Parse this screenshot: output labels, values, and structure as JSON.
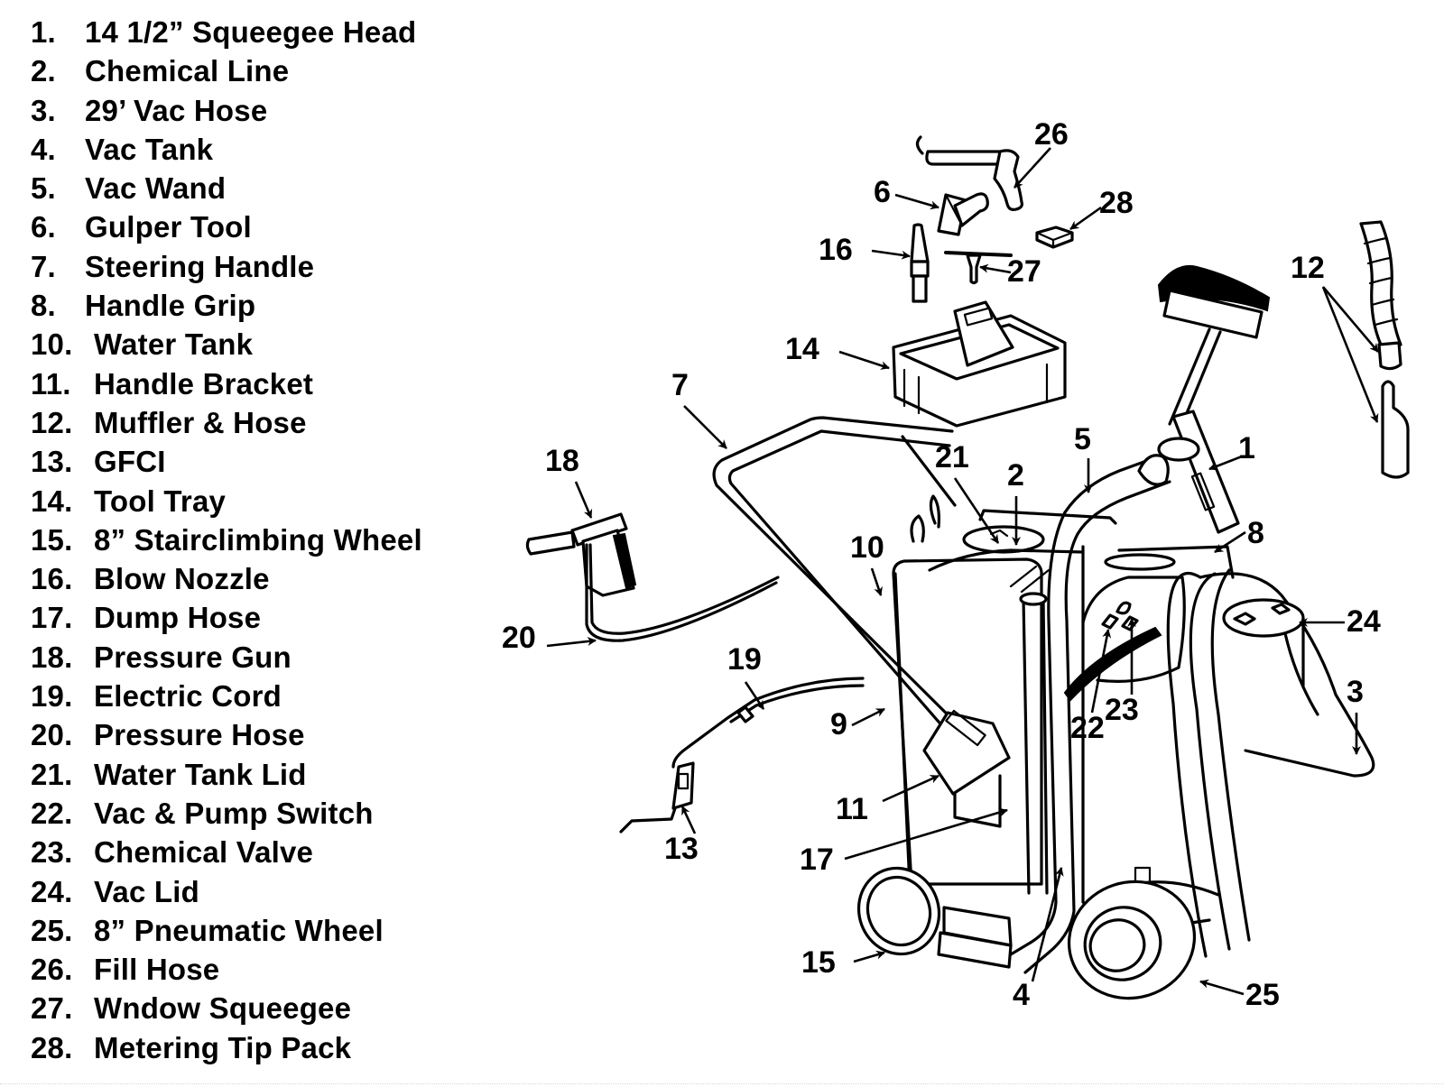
{
  "parts_list": [
    {
      "number": "1.",
      "name": "14 1/2” Squeegee Head"
    },
    {
      "number": "2.",
      "name": "Chemical Line"
    },
    {
      "number": "3.",
      "name": "29’ Vac Hose"
    },
    {
      "number": "4.",
      "name": "Vac Tank"
    },
    {
      "number": "5.",
      "name": "Vac Wand"
    },
    {
      "number": "6.",
      "name": "Gulper Tool"
    },
    {
      "number": "7.",
      "name": "Steering Handle"
    },
    {
      "number": "8.",
      "name": "Handle Grip"
    },
    {
      "number": "10.",
      "name": "Water Tank"
    },
    {
      "number": "11.",
      "name": "Handle Bracket"
    },
    {
      "number": "12.",
      "name": "Muffler & Hose"
    },
    {
      "number": "13.",
      "name": "GFCI"
    },
    {
      "number": "14.",
      "name": "Tool Tray"
    },
    {
      "number": "15.",
      "name": "8” Stairclimbing Wheel"
    },
    {
      "number": "16.",
      "name": "Blow Nozzle"
    },
    {
      "number": "17.",
      "name": "Dump Hose"
    },
    {
      "number": "18.",
      "name": "Pressure Gun"
    },
    {
      "number": "19.",
      "name": "Electric Cord"
    },
    {
      "number": "20.",
      "name": "Pressure Hose"
    },
    {
      "number": "21.",
      "name": "Water Tank Lid"
    },
    {
      "number": "22.",
      "name": "Vac & Pump Switch"
    },
    {
      "number": "23.",
      "name": "Chemical Valve"
    },
    {
      "number": "24.",
      "name": "Vac Lid"
    },
    {
      "number": "25.",
      "name": "8” Pneumatic Wheel"
    },
    {
      "number": "26.",
      "name": "Fill Hose"
    },
    {
      "number": "27.",
      "name": "Wndow Squeegee"
    },
    {
      "number": "28.",
      "name": "Metering Tip Pack"
    }
  ],
  "callouts": {
    "c1": "1",
    "c2": "2",
    "c3": "3",
    "c4": "4",
    "c5": "5",
    "c6": "6",
    "c7": "7",
    "c8": "8",
    "c9": "9",
    "c10": "10",
    "c11": "11",
    "c12": "12",
    "c13": "13",
    "c14": "14",
    "c15": "15",
    "c16": "16",
    "c17": "17",
    "c18": "18",
    "c19": "19",
    "c20": "20",
    "c21": "21",
    "c22": "22",
    "c23": "23",
    "c24": "24",
    "c25": "25",
    "c26": "26",
    "c27": "27",
    "c28": "28"
  },
  "diagram": {
    "subject": "carpet/hard-surface extractor cleaning machine exploded view",
    "ink_color": "#000000",
    "background_color": "#ffffff"
  }
}
